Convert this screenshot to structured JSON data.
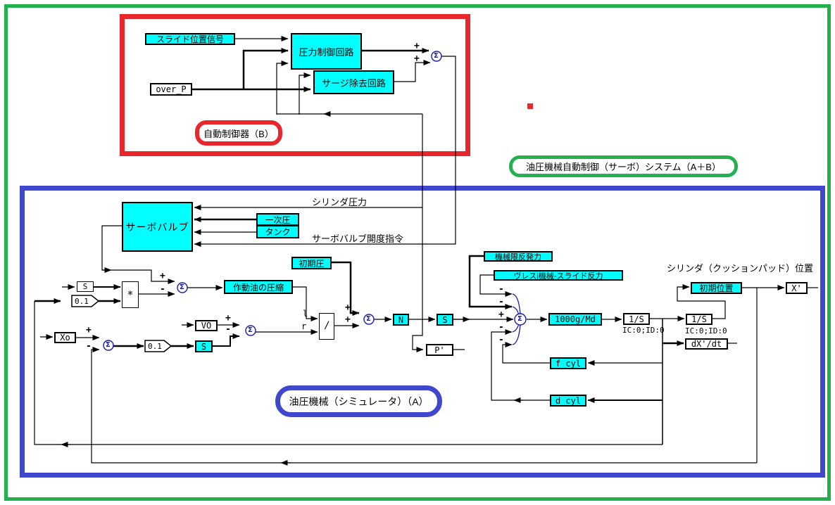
{
  "colors": {
    "block_fill": "#00FFFF",
    "frame_red": "#E8272C",
    "frame_green": "#22B14C",
    "frame_blue": "#3F48CC",
    "sum_blue": "#1A1AAE",
    "line": "#000000"
  },
  "region_labels": {
    "controller": "自動制御器（B）",
    "system": "油圧機械自動制御（サーボ）システム（A＋B）",
    "simulator": "油圧機械（シミュレータ）（A）"
  },
  "signal_labels": {
    "cylinder_pressure": "シリンダ圧力",
    "valve_opening_cmd": "サーボバルブ開度指令",
    "cylinder_position": "シリンダ（クッションパッド）位置",
    "ic_1": "IC:0;ID:0",
    "ic_2": "IC:0;ID:0",
    "l": "l",
    "r": "r"
  },
  "blocks": {
    "slide_signal": "スライド位置信号",
    "pressure_ctrl": "圧力制御回路",
    "surge_removal": "サージ除去回路",
    "over_p": "over_P",
    "servo_valve": "サーボバルブ",
    "primary_pressure": "一次圧",
    "tank": "タンク",
    "initial_pressure": "初期圧",
    "oil_compression": "作動油の圧縮",
    "s_deriv": "S",
    "gain_01a": "0.1",
    "mult": "*",
    "xo": "Xo",
    "gain_01b": "0.1",
    "s_flow": "S",
    "vo": "VO",
    "divide": "/",
    "n": "N",
    "s_fwd": "S",
    "p_probe": "P'",
    "mech_limit": "機械限反発力",
    "press_slide": "ヴレスj機械-スライド反力",
    "mass_gain": "1000g/Md",
    "integ1": "1/S",
    "integ2": "1/S",
    "f_cyl": "f_cyl",
    "d_cyl": "d_cyl",
    "dxdt": "dX'/dt",
    "initial_position": "初期位置",
    "x_out": "X'"
  },
  "signs": {
    "plus": "+",
    "minus": "-"
  },
  "sum_symbol": "Σ"
}
